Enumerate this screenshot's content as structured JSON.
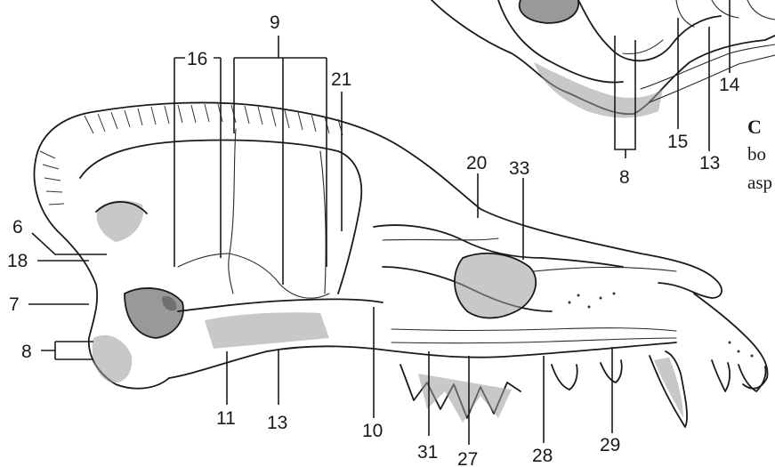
{
  "figure": {
    "labels": {
      "l6": "6",
      "l18": "18",
      "l7": "7",
      "l8_left": "8",
      "l16": "16",
      "l9": "9",
      "l21": "21",
      "l20": "20",
      "l33": "33",
      "l11": "11",
      "l13_bottom": "13",
      "l10": "10",
      "l31": "31",
      "l27": "27",
      "l28": "28",
      "l29": "29",
      "l14": "14",
      "l15": "15",
      "l13_top": "13",
      "l8_top": "8"
    },
    "caption_fragment": {
      "letter": "C",
      "line1": "bo",
      "line2": "asp"
    }
  }
}
